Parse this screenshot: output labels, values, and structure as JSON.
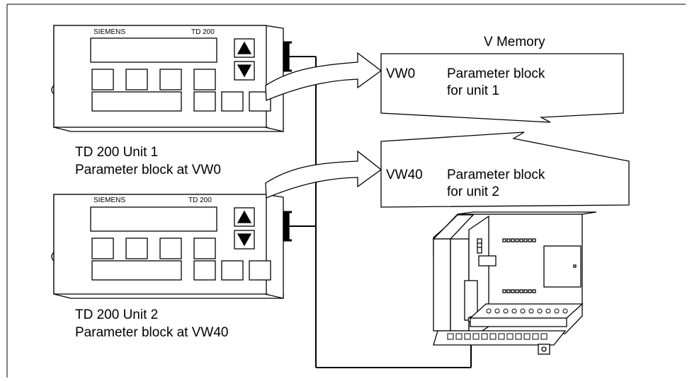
{
  "units": [
    {
      "brand": "SIEMENS",
      "model": "TD 200",
      "caption_line1": "TD 200 Unit 1",
      "caption_line2": "Parameter block at VW0"
    },
    {
      "brand": "SIEMENS",
      "model": "TD 200",
      "caption_line1": "TD 200 Unit 2",
      "caption_line2": "Parameter block at VW40"
    }
  ],
  "memory": {
    "title": "V Memory",
    "blocks": [
      {
        "address": "VW0",
        "text_line1": "Parameter block",
        "text_line2": "for unit 1"
      },
      {
        "address": "VW40",
        "text_line1": "Parameter block",
        "text_line2": "for unit 2"
      }
    ]
  },
  "colors": {
    "stroke": "#000000",
    "face": "#ffffff",
    "shade": "#d9d9d9",
    "dark": "#000000"
  }
}
